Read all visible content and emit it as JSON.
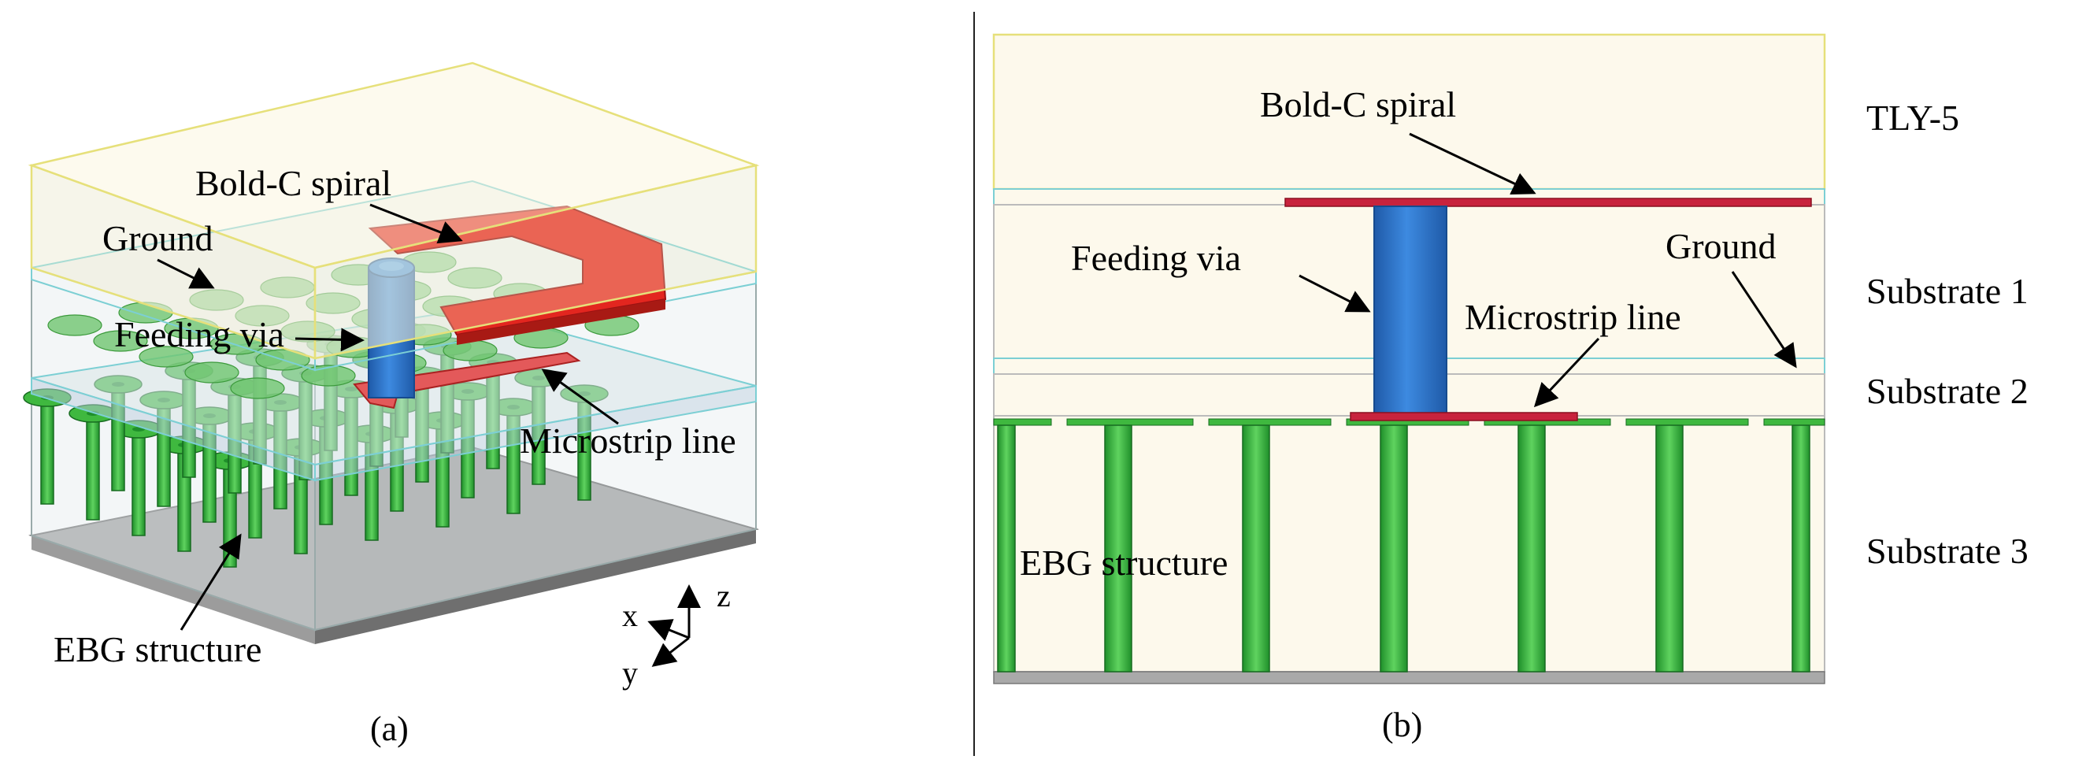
{
  "panel_a": {
    "caption": "(a)",
    "labels": {
      "spiral": "Bold-C spiral",
      "ground": "Ground",
      "via": "Feeding via",
      "microstrip": "Microstrip line",
      "ebg": "EBG structure"
    },
    "axes": {
      "x": "x",
      "y": "y",
      "z": "z"
    }
  },
  "panel_b": {
    "caption": "(b)",
    "labels": {
      "spiral": "Bold-C spiral",
      "via": "Feeding via",
      "ground": "Ground",
      "microstrip": "Microstrip line",
      "ebg": "EBG structure"
    },
    "layers": {
      "tly": "TLY-5",
      "sub1": "Substrate 1",
      "sub2": "Substrate 2",
      "sub3": "Substrate 3"
    }
  },
  "colors": {
    "spiral": "#e3261f",
    "via": "#2f74c8",
    "ebg": "#3fb83f",
    "substrate": "#fdf9ec",
    "ground_plane": "#a9a9a9",
    "outline_yellow": "#e6e07a",
    "outline_cyan": "#7ccfd4"
  }
}
